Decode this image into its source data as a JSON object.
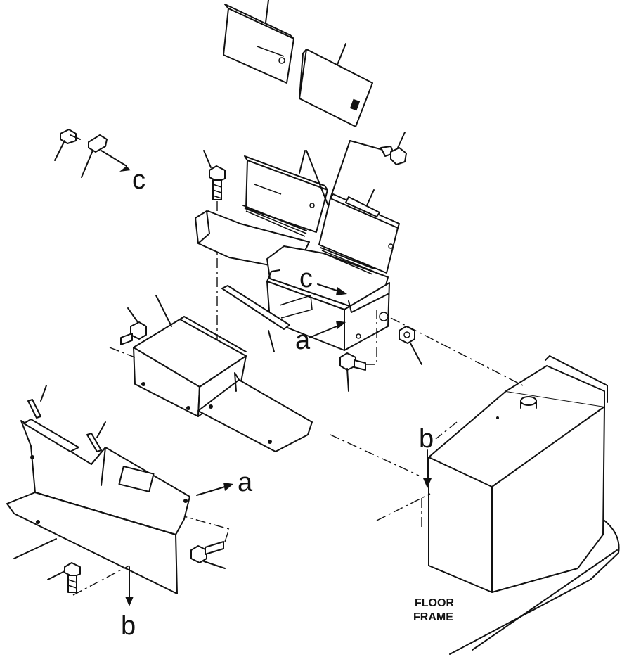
{
  "labels": {
    "ref_c_top": "c",
    "ref_c_mid": "c",
    "ref_a_mid": "a",
    "ref_a_right": "a",
    "ref_b_right": "b",
    "ref_b_bottom": "b",
    "floor_frame_line1": "FLOOR",
    "floor_frame_line2": "FRAME"
  }
}
